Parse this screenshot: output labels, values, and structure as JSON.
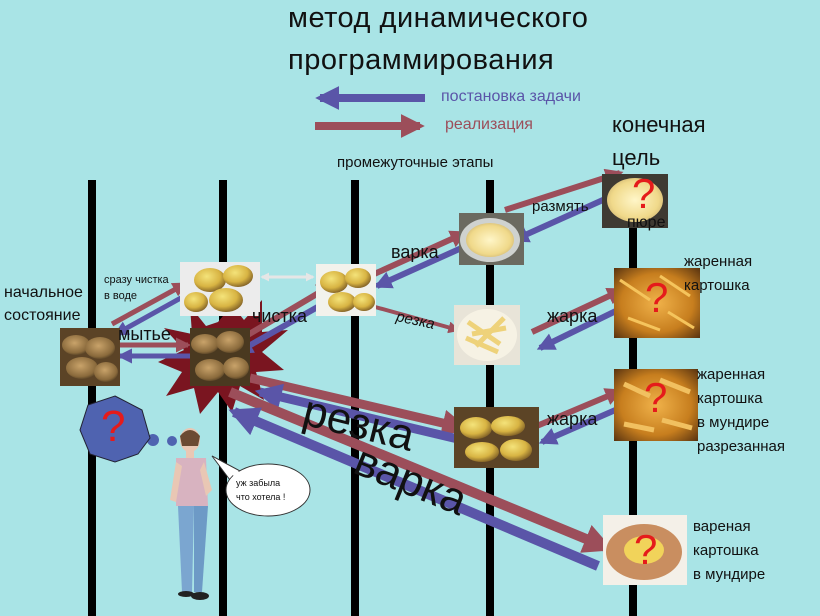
{
  "title_line1": "метод динамического",
  "title_line2": "программирования",
  "legend": {
    "problem_statement": "постановка задачи",
    "implementation": "реализация",
    "colors": {
      "problem": "#5a55a8",
      "impl": "#9c4e5a"
    }
  },
  "headers": {
    "intermediate": "промежуточные  этапы",
    "goal_line1": "конечная",
    "goal_line2": "цель"
  },
  "start_label_1": "начальное",
  "start_label_2": "состояние",
  "steps": {
    "wash": "мытье",
    "wash_clean": "чистка",
    "direct_line1": "сразу чистка",
    "direct_line2": "в воде",
    "boil_small": "варка",
    "cut_small": "резка",
    "mash": "размять",
    "fry1": "жарка",
    "fry2": "жарка",
    "cut_big": "резка",
    "boil_big": "варка"
  },
  "results": {
    "puree": "пюре",
    "fried_1": "жаренная",
    "fried_2": "картошка",
    "jacket_1": "жаренная",
    "jacket_2": "картошка",
    "jacket_3": "в мундире",
    "jacket_4": "разрезанная",
    "boiled_1": "вареная",
    "boiled_2": "картошка",
    "boiled_3": "в мундире"
  },
  "question_mark": "?",
  "bubble_line1": "уж забыла",
  "bubble_line2": "что хотела !"
}
